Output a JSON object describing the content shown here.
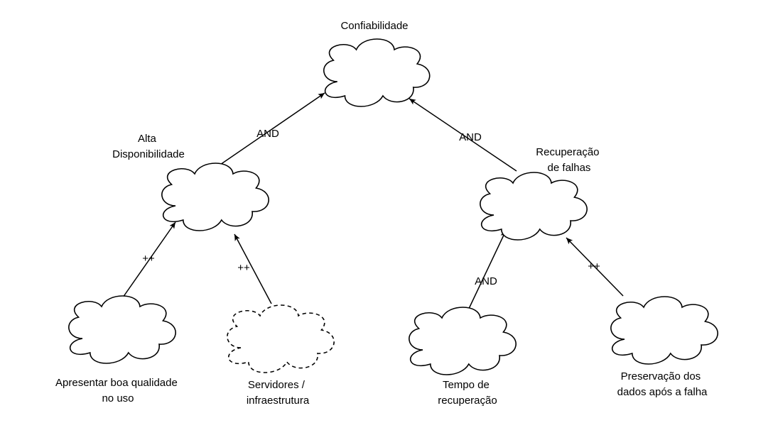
{
  "nodes": {
    "root": {
      "label_lines": [
        "Confiabilidade"
      ]
    },
    "alta": {
      "label_lines": [
        "Alta",
        "Disponibilidade"
      ]
    },
    "recuperacao": {
      "label_lines": [
        "Recuperação",
        "de falhas"
      ]
    },
    "qualidade": {
      "label_lines": [
        "Apresentar boa qualidade",
        "no uso"
      ]
    },
    "servidores": {
      "label_lines": [
        "Servidores /",
        "infraestrutura"
      ]
    },
    "tempo": {
      "label_lines": [
        "Tempo de",
        "recuperação"
      ]
    },
    "preservacao": {
      "label_lines": [
        "Preservação dos",
        "dados após a falha"
      ]
    }
  },
  "edges": {
    "alta_root": {
      "label": "AND"
    },
    "rec_root": {
      "label": "AND"
    },
    "qual_alta": {
      "label": "++"
    },
    "serv_alta": {
      "label": "++"
    },
    "tempo_rec": {
      "label": "AND"
    },
    "pres_rec": {
      "label": "++"
    }
  }
}
